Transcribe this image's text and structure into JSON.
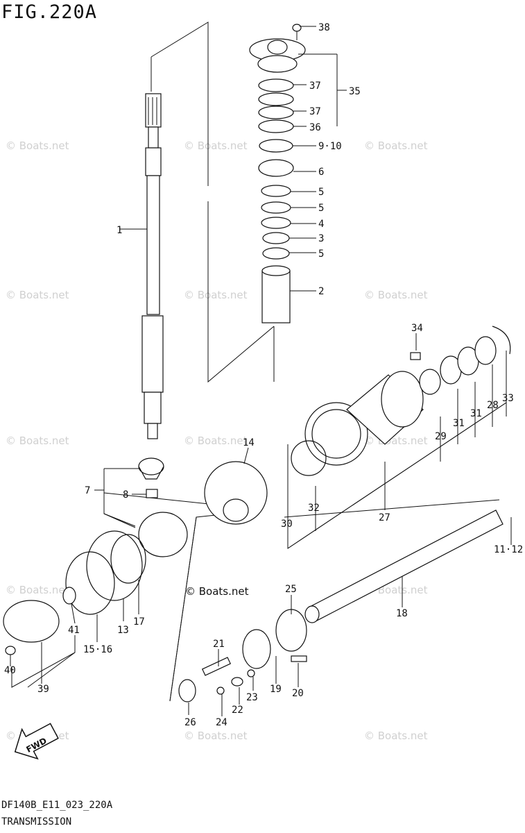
{
  "figure": {
    "title": "FIG.220A",
    "code": "DF140B_E11_023_220A",
    "subtitle": "TRANSMISSION",
    "watermark": "© Boats.net",
    "direction_label": "FWD"
  },
  "callouts": {
    "c1": "1",
    "c2": "2",
    "c3": "3",
    "c4": "4",
    "c5a": "5",
    "c5b": "5",
    "c5c": "5",
    "c6": "6",
    "c7": "7",
    "c8": "8",
    "c910": "9·10",
    "c1112": "11·12",
    "c13": "13",
    "c14": "14",
    "c1516": "15·16",
    "c17": "17",
    "c18": "18",
    "c19": "19",
    "c20": "20",
    "c21": "21",
    "c22": "22",
    "c23": "23",
    "c24": "24",
    "c25": "25",
    "c26": "26",
    "c27": "27",
    "c28": "28",
    "c29": "29",
    "c30": "30",
    "c31a": "31",
    "c31b": "31",
    "c32": "32",
    "c33": "33",
    "c34": "34",
    "c35": "35",
    "c36": "36",
    "c37a": "37",
    "c37b": "37",
    "c38": "38",
    "c39": "39",
    "c40": "40",
    "c41": "41"
  }
}
